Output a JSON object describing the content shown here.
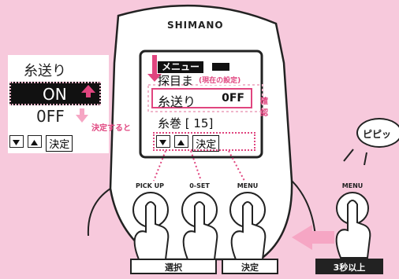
{
  "device": {
    "brand": "SHIMANO"
  },
  "lcd": {
    "menu_label": "メニュー",
    "line2": "探目ま",
    "current_setting_note": "(現在の設定)",
    "highlight_label": "糸送り",
    "highlight_value": "0FF",
    "confirm": "確認",
    "line4": "糸巻 [ 15]",
    "decide": "決定"
  },
  "zoom_panel": {
    "title": "糸送り",
    "option_on": "ON",
    "option_off": "0FF",
    "hint": "決定すると",
    "decide": "決定"
  },
  "buttons": [
    {
      "label": "PICK UP"
    },
    {
      "label": "0-SET"
    },
    {
      "label": "MENU"
    }
  ],
  "side_button": {
    "label": "MENU"
  },
  "speech": "ピピッ",
  "captions": {
    "select": "選択",
    "decide": "決定",
    "hold": "3秒以上"
  },
  "colors": {
    "background": "#f7c9dc",
    "accent": "#e0457f",
    "lcd": "#111111"
  }
}
